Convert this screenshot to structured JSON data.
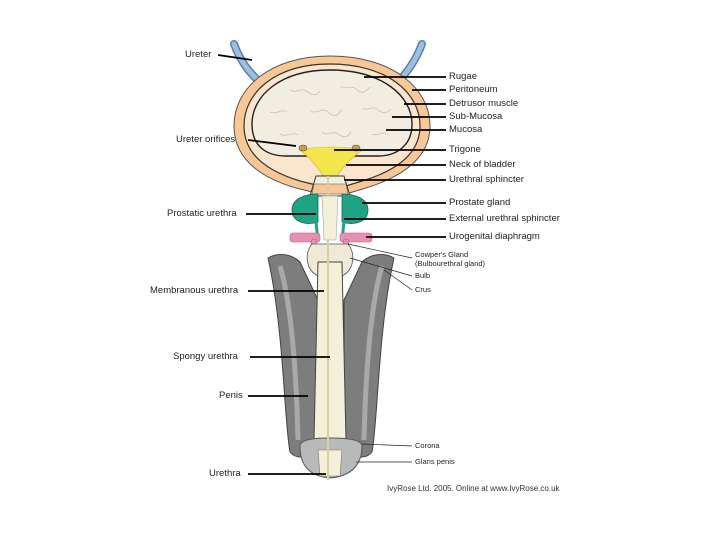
{
  "labels_left": {
    "ureter": "Ureter",
    "ureter_orifices": "Ureter orifices",
    "prostatic_urethra": "Prostatic urethra",
    "membranous_urethra": "Membranous urethra",
    "spongy_urethra": "Spongy urethra",
    "penis": "Penis",
    "urethra": "Urethra"
  },
  "labels_right": {
    "rugae": "Rugae",
    "peritoneum": "Peritoneum",
    "detrusor_muscle": "Detrusor muscle",
    "sub_mucosa": "Sub-Mucosa",
    "mucosa": "Mucosa",
    "trigone": "Trigone",
    "neck_of_bladder": "Neck of bladder",
    "urethral_sphincter": "Urethral sphincter",
    "prostate_gland": "Prostate gland",
    "external_urethral_sphincter": "External urethral sphincter",
    "urogenital_diaphragm": "Urogenital diaphragm",
    "cowpers_gland": "Cowper's Gland",
    "cowpers_gland_sub": "(Bulbourethral gland)",
    "bulb": "Bulb",
    "crus": "Crus",
    "corona": "Corona",
    "glans_penis": "Glans penis"
  },
  "credit": "IvyRose Ltd. 2005. Online at www.IvyRose.co.uk",
  "colors": {
    "ureter": "#8fb3d9",
    "detrusor": "#f5c79a",
    "bladder_lumen": "#f1ede0",
    "trigone": "#f2e64a",
    "prostate": "#1fa384",
    "diaphragm": "#e98fb3",
    "erectile": "#8a8a8a",
    "urethra": "#f4efd9"
  }
}
